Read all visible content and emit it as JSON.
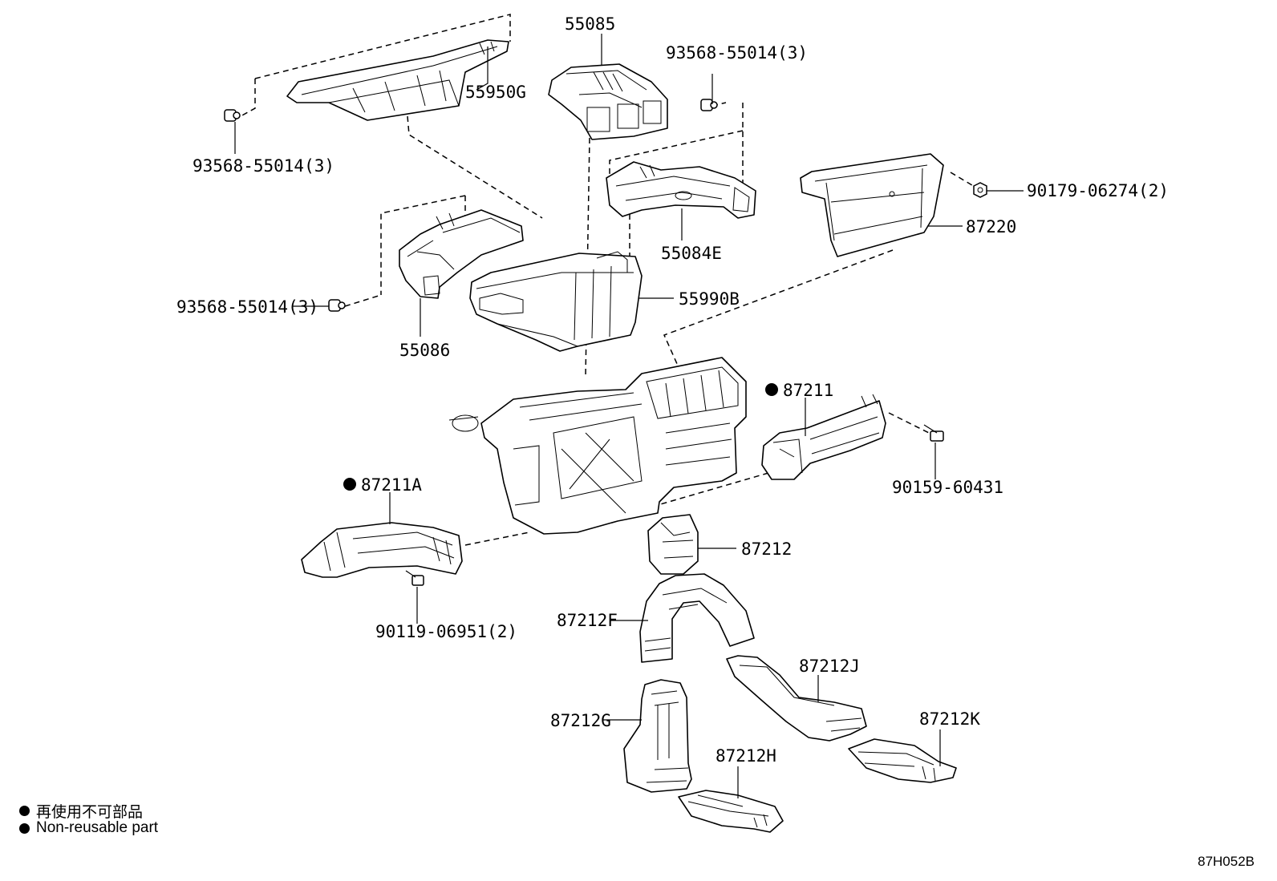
{
  "parts": {
    "p55085": "55085",
    "p55950g": "55950G",
    "p93568_top_right": "93568-55014(3)",
    "p93568_top_left": "93568-55014(3)",
    "p93568_mid_left": "93568-55014(3)",
    "p55084e": "55084E",
    "p90179": "90179-06274(2)",
    "p87220": "87220",
    "p55990b": "55990B",
    "p55086": "55086",
    "p87211": "87211",
    "p90159": "90159-60431",
    "p87211a": "87211A",
    "p90119": "90119-06951(2)",
    "p87212": "87212",
    "p87212f": "87212F",
    "p87212j": "87212J",
    "p87212g": "87212G",
    "p87212k": "87212K",
    "p87212h": "87212H"
  },
  "legend": {
    "marker": "●",
    "japanese": "再使用不可部品",
    "english": "Non-reusable part"
  },
  "figure_code": "87H052B"
}
